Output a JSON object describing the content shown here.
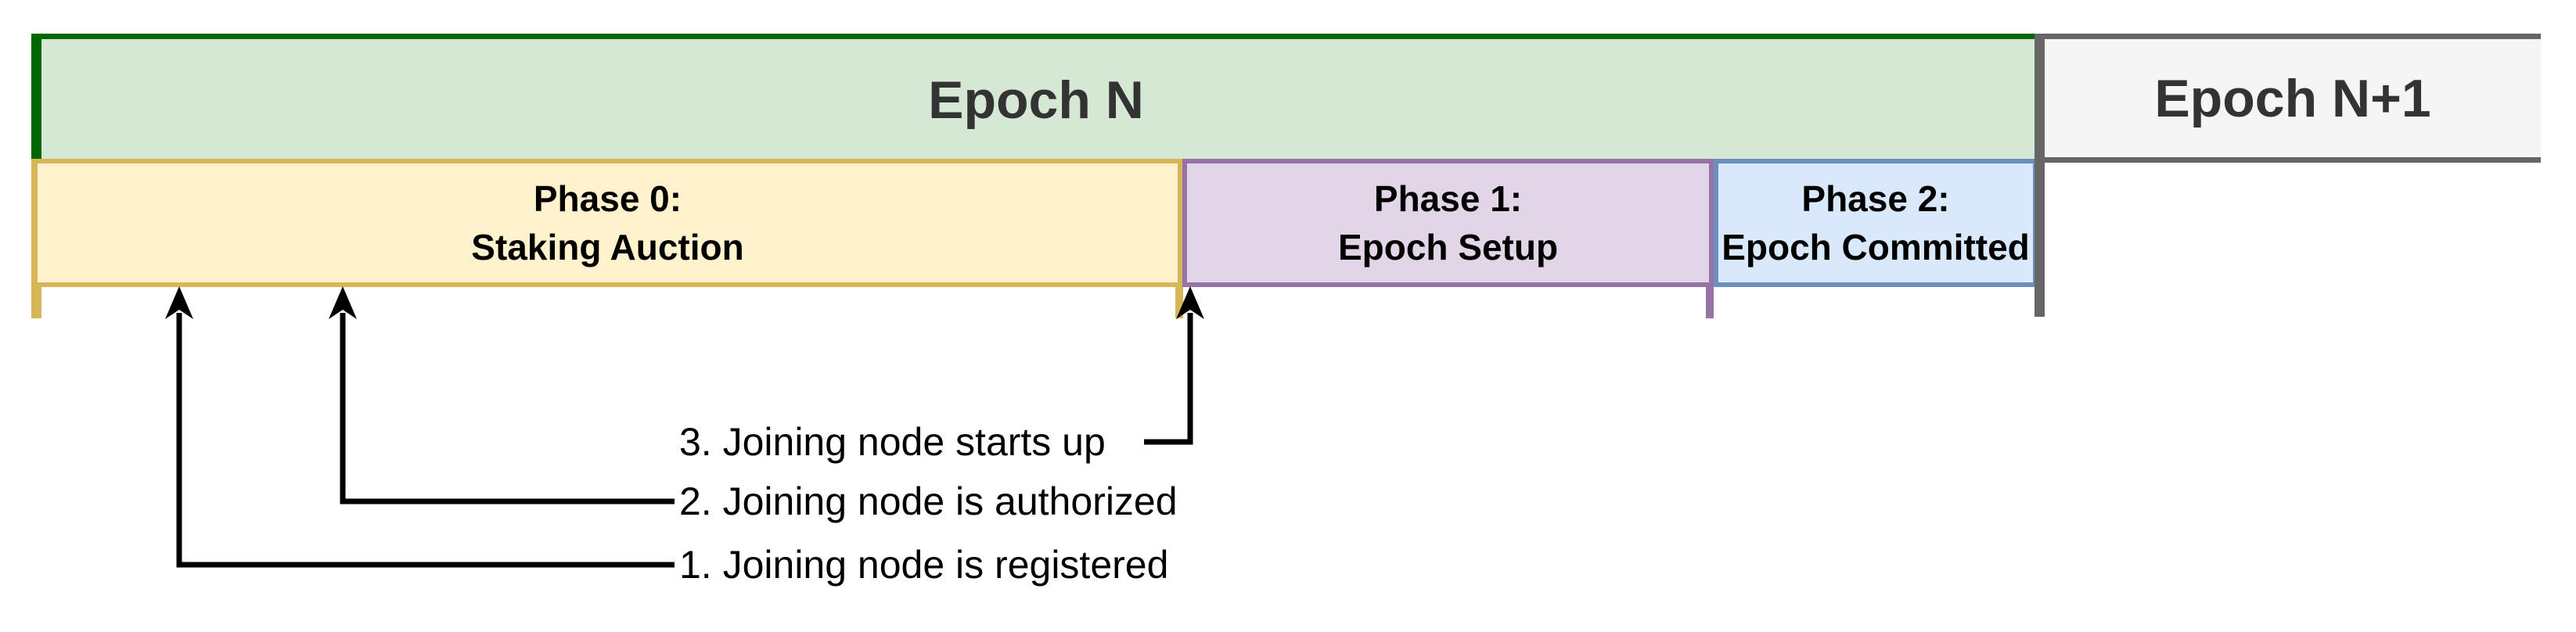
{
  "diagram": {
    "epoch_current": {
      "label": "Epoch N"
    },
    "epoch_next": {
      "label": "Epoch N+1"
    },
    "phases": [
      {
        "line1": "Phase 0:",
        "line2": "Staking Auction"
      },
      {
        "line1": "Phase 1:",
        "line2": "Epoch Setup"
      },
      {
        "line1": "Phase 2:",
        "line2": "Epoch Committed"
      }
    ],
    "annotations": [
      {
        "label": "1. Joining node is registered"
      },
      {
        "label": "2. Joining node is authorized"
      },
      {
        "label": "3. Joining node starts up"
      }
    ],
    "colors": {
      "epoch-green-fill": "#d5e8d4",
      "epoch-green-border": "#006600",
      "phase0-fill": "#fff2cc",
      "phase0-border": "#d6b656",
      "phase1-fill": "#e1d5e7",
      "phase1-border": "#9673a6",
      "phase2-fill": "#dae8fc",
      "phase2-border": "#6c8ebf",
      "epoch-next-fill": "#f5f5f5",
      "epoch-next-border": "#666666",
      "epoch-text": "#333333",
      "text": "#000000",
      "arrow": "#000000"
    }
  }
}
